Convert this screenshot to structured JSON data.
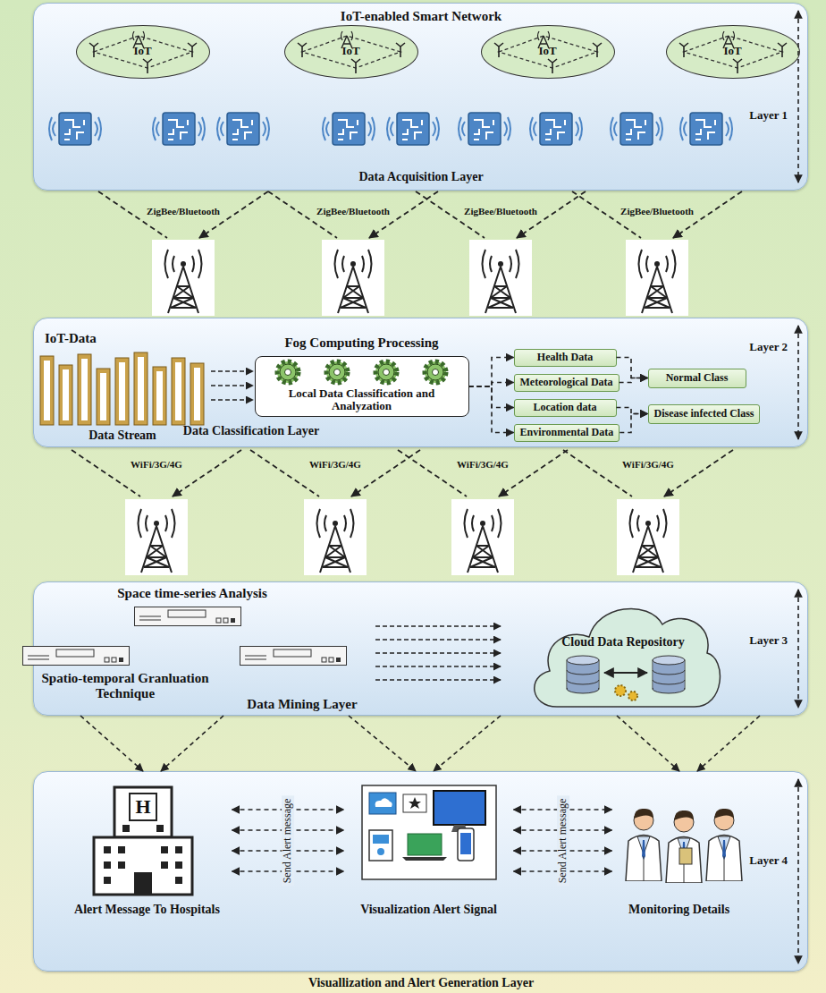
{
  "diagram": {
    "nodes": [
      {
        "text": [
          "IoT-enabled Smart Network",
          "Data Acquisition Layer",
          "Layer 1"
        ]
      },
      {
        "text": [
          "IoT"
        ],
        "in": 0
      },
      {
        "text": [
          "IoT"
        ],
        "in": 0
      },
      {
        "text": [
          "IoT"
        ],
        "in": 0
      },
      {
        "text": [
          "IoT"
        ],
        "in": 0
      },
      {
        "text": [
          "Data Classification Layer",
          "Layer 2"
        ]
      },
      {
        "text": [
          "Fog Computing Processing",
          "Local Data Classification and Analyzation"
        ],
        "in": 5
      },
      {
        "text": [
          "Health Data"
        ],
        "in": 5
      },
      {
        "text": [
          "Meteorological Data"
        ],
        "in": 5
      },
      {
        "text": [
          "Location data"
        ],
        "in": 5
      },
      {
        "text": [
          "Environmental Data"
        ],
        "in": 5
      },
      {
        "text": [
          "Normal Class"
        ],
        "in": 5
      },
      {
        "text": [
          "Disease infected Class"
        ],
        "in": 5
      },
      {
        "text": [
          "Data Mining  Layer",
          "Layer 3"
        ]
      },
      {
        "text": [
          "Cloud Data Repository"
        ],
        "in": 13
      },
      {
        "text": [
          "Visuallization and Alert Generation Layer",
          "Layer 4"
        ]
      },
      {
        "text": [
          "Alert Message To Hospitals"
        ],
        "in": 15
      },
      {
        "text": [
          "Visualization Alert Signal"
        ],
        "in": 15
      },
      {
        "text": [
          "Monitoring Details"
        ],
        "in": 15
      }
    ],
    "edges": [
      {
        "from": 6,
        "to": 7,
        "arrow": "to"
      },
      {
        "from": 6,
        "to": 8,
        "arrow": "to"
      },
      {
        "from": 6,
        "to": 9,
        "arrow": "to"
      },
      {
        "from": 6,
        "to": 10,
        "arrow": "to"
      },
      {
        "from": 7,
        "to": 11,
        "arrow": "to"
      },
      {
        "from": 8,
        "to": 11,
        "arrow": "to"
      },
      {
        "from": 9,
        "to": 12,
        "arrow": "to"
      },
      {
        "from": 10,
        "to": 12,
        "arrow": "to"
      },
      {
        "from": 13,
        "to": 15,
        "arrow": "to"
      },
      {
        "from": 13,
        "to": 15,
        "arrow": "to"
      },
      {
        "from": 13,
        "to": 15,
        "arrow": "to"
      },
      {
        "from": 13,
        "to": 15,
        "arrow": "to"
      },
      {
        "from": 13,
        "to": 15,
        "arrow": "to"
      },
      {
        "from": 13,
        "to": 15,
        "arrow": "to"
      },
      {
        "from": 16,
        "to": 17,
        "arrow": "both",
        "label": "Send Alert message"
      },
      {
        "from": 16,
        "to": 17,
        "arrow": "both"
      },
      {
        "from": 16,
        "to": 17,
        "arrow": "both"
      },
      {
        "from": 16,
        "to": 17,
        "arrow": "both"
      },
      {
        "from": 17,
        "to": 18,
        "arrow": "both",
        "label": "Send Alert message"
      },
      {
        "from": 17,
        "to": 18,
        "arrow": "both"
      },
      {
        "from": 17,
        "to": 18,
        "arrow": "both"
      },
      {
        "from": 17,
        "to": 18,
        "arrow": "both"
      }
    ],
    "labels": [
      "ZigBee/Bluetooth",
      "ZigBee/Bluetooth",
      "ZigBee/Bluetooth",
      "ZigBee/Bluetooth",
      "IoT-Data",
      "Data Stream",
      "WiFi/3G/4G",
      "WiFi/3G/4G",
      "WiFi/3G/4G",
      "WiFi/3G/4G",
      "Space time-series Analysis",
      "Spatio-temporal Granluation Technique",
      "H"
    ]
  }
}
